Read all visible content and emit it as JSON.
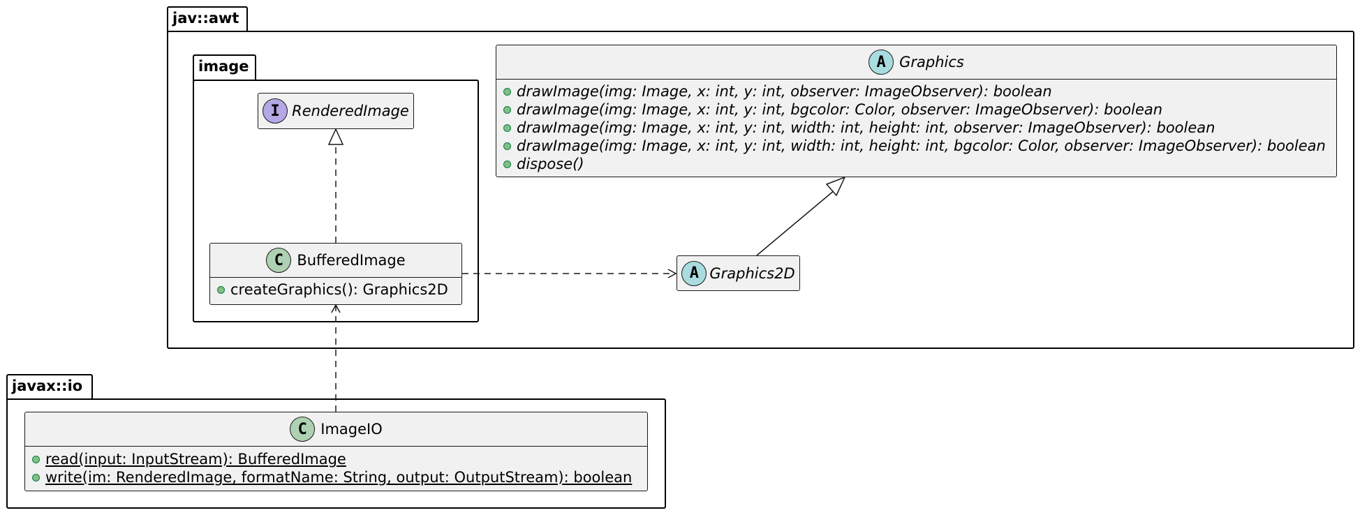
{
  "packages": {
    "awt": {
      "name": "jav::awt"
    },
    "image": {
      "name": "image"
    },
    "io": {
      "name": "javax::io"
    }
  },
  "colors": {
    "class_badge": "#add1b2",
    "abstract_badge": "#a9dcdf",
    "interface_badge": "#b4a7e5",
    "box_fill": "#f1f1f1",
    "visibility_public": "#84be84"
  },
  "classes": {
    "rendered_image": {
      "name": "RenderedImage",
      "stereotype": "I"
    },
    "buffered_image": {
      "name": "BufferedImage",
      "stereotype": "C",
      "members": [
        "createGraphics(): Graphics2D"
      ]
    },
    "graphics": {
      "name": "Graphics",
      "stereotype": "A",
      "members": [
        "drawImage(img: Image, x: int, y: int, observer: ImageObserver): boolean",
        "drawImage(img: Image, x: int, y: int, bgcolor: Color, observer: ImageObserver): boolean",
        "drawImage(img: Image, x: int, y: int, width: int, height: int, observer: ImageObserver): boolean",
        "drawImage(img: Image, x: int, y: int, width: int, height: int, bgcolor: Color, observer: ImageObserver): boolean",
        "dispose()"
      ]
    },
    "graphics2d": {
      "name": "Graphics2D",
      "stereotype": "A"
    },
    "image_io": {
      "name": "ImageIO",
      "stereotype": "C",
      "members": [
        "read(input: InputStream): BufferedImage",
        "write(im: RenderedImage, formatName: String, output: OutputStream): boolean"
      ]
    }
  }
}
